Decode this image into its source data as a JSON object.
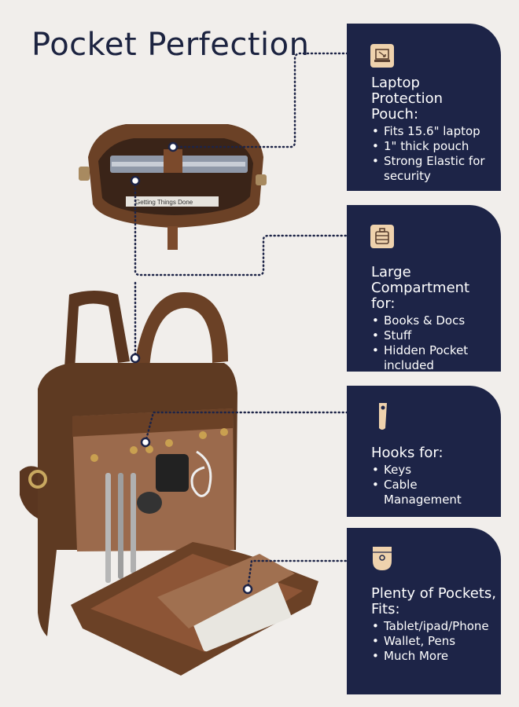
{
  "title": "Pocket Perfection",
  "book_label": "Getting Things Done",
  "colors": {
    "card": "#1d2447",
    "icon_bg": "#efd2ad",
    "leather": "#6b4126",
    "lining": "#9b6a4c"
  },
  "features": [
    {
      "icon": "laptop-icon",
      "heading_lines": [
        "Laptop Protection",
        "Pouch:"
      ],
      "bullets": [
        "Fits 15.6\" laptop",
        "1\" thick pouch",
        [
          "Strong Elastic for",
          "security"
        ]
      ]
    },
    {
      "icon": "suitcase-icon",
      "heading_lines": [
        "Large Compartment",
        "for:"
      ],
      "bullets": [
        "Books & Docs",
        "Stuff",
        [
          "Hidden Pocket",
          "included"
        ]
      ]
    },
    {
      "icon": "hook-icon",
      "heading_lines": [
        "Hooks for:"
      ],
      "bullets": [
        "Keys",
        "Cable Management"
      ]
    },
    {
      "icon": "pocket-icon",
      "heading_lines": [
        "Plenty of Pockets,",
        "Fits:"
      ],
      "bullets": [
        "Tablet/ipad/Phone",
        "Wallet, Pens",
        "Much More"
      ]
    }
  ]
}
